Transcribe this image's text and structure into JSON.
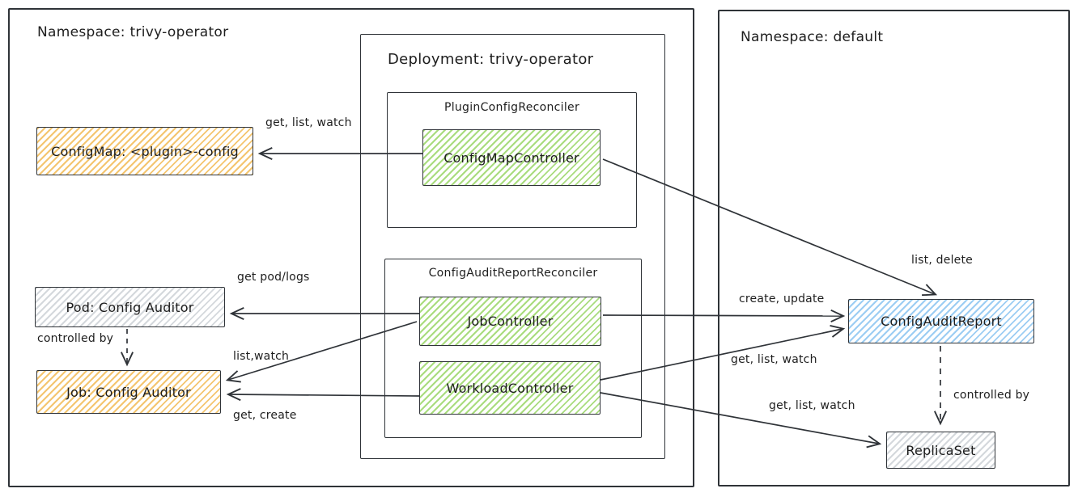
{
  "colors": {
    "stroke": "#2f3338",
    "text": "#1e1e1e",
    "hatch_green": "#a9dc7e",
    "hatch_orange": "#f4c56f",
    "hatch_blue": "#9ccdf3",
    "hatch_gray": "#d4d8dc",
    "bg": "#ffffff"
  },
  "namespaces": {
    "left": {
      "title": "Namespace: trivy-operator"
    },
    "right": {
      "title": "Namespace: default"
    }
  },
  "deployment": {
    "title": "Deployment: trivy-operator"
  },
  "reconcilers": {
    "plugin_config": {
      "title": "PluginConfigReconciler"
    },
    "config_audit_report": {
      "title": "ConfigAuditReportReconciler"
    }
  },
  "controllers": {
    "config_map": {
      "label": "ConfigMapController"
    },
    "job": {
      "label": "JobController"
    },
    "workload": {
      "label": "WorkloadController"
    }
  },
  "resources": {
    "config_map": {
      "label": "ConfigMap: <plugin>-config"
    },
    "pod": {
      "label": "Pod: Config Auditor"
    },
    "job": {
      "label": "Job: Config Auditor"
    },
    "config_audit_report": {
      "label": "ConfigAuditReport"
    },
    "replica_set": {
      "label": "ReplicaSet"
    }
  },
  "edges": {
    "configmapcontroller_to_configmap": {
      "label": "get, list, watch"
    },
    "configmapcontroller_to_configauditreport": {
      "label": "list, delete"
    },
    "jobcontroller_to_pod": {
      "label": "get pod/logs"
    },
    "jobcontroller_to_job": {
      "label": "list,watch"
    },
    "workloadcontroller_to_job": {
      "label": "get, create"
    },
    "jobcontroller_to_configauditreport": {
      "label": "create, update"
    },
    "workloadcontroller_to_configauditreport": {
      "label": "get, list, watch"
    },
    "workloadcontroller_to_replicaset": {
      "label": "get, list, watch"
    },
    "pod_controlled_by_job": {
      "label": "controlled by"
    },
    "configauditreport_controlled_by": {
      "label": "controlled by"
    }
  }
}
